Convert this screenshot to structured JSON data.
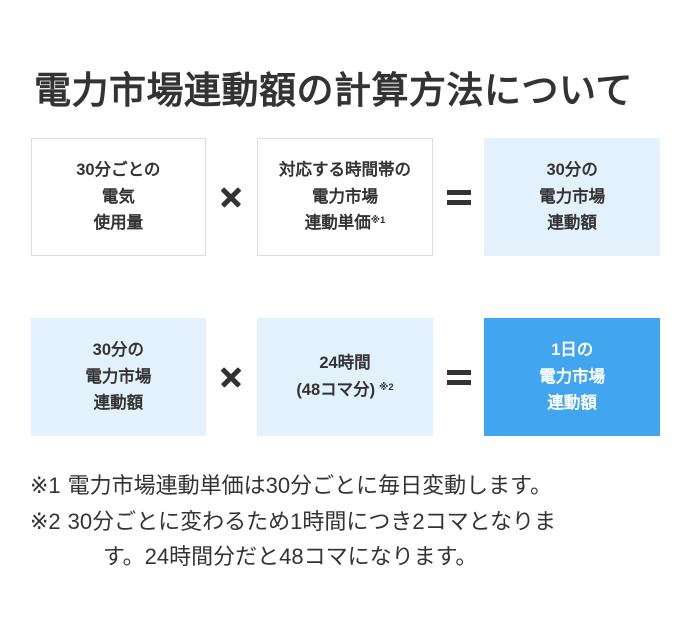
{
  "title": "電力市場連動額の計算方法について",
  "colors": {
    "text": "#333333",
    "light_blue_bg": "#e3f1fc",
    "solid_blue_bg": "#42a5ef",
    "box_border": "#dddddd",
    "white_text": "#ffffff"
  },
  "rows": [
    {
      "id": "row-1",
      "boxes": [
        {
          "style": "outline",
          "lines": [
            "30分ごとの",
            "電気",
            "使用量"
          ],
          "superscript": ""
        },
        {
          "style": "outline",
          "lines": [
            "対応する時間帯の",
            "電力市場",
            "連動単価"
          ],
          "superscript": "※1"
        },
        {
          "style": "light",
          "lines": [
            "30分の",
            "電力市場",
            "連動額"
          ],
          "superscript": ""
        }
      ],
      "operators": [
        "×",
        "="
      ]
    },
    {
      "id": "row-2",
      "boxes": [
        {
          "style": "light",
          "lines": [
            "30分の",
            "電力市場",
            "連動額"
          ],
          "superscript": ""
        },
        {
          "style": "light",
          "lines": [
            "24時間",
            "(48コマ分)"
          ],
          "superscript": "※2"
        },
        {
          "style": "solid",
          "lines": [
            "1日の",
            "電力市場",
            "連動額"
          ],
          "superscript": ""
        }
      ],
      "operators": [
        "×",
        "="
      ]
    }
  ],
  "notes": [
    {
      "mark": "※1",
      "line1": "電力市場連動単価は30分ごとに毎日変動します。",
      "line2": ""
    },
    {
      "mark": "※2",
      "line1": "30分ごとに変わるため1時間につき2コマとなりま",
      "line2": "す。24時間分だと48コマになります。"
    }
  ]
}
